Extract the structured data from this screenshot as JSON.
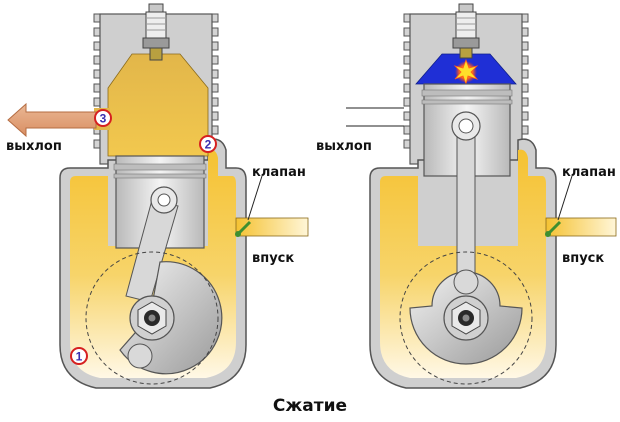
{
  "caption": "Сжатие",
  "left_engine": {
    "exhaust_label": "выхлоп",
    "valve_label": "клапан",
    "intake_label": "впуск",
    "markers": [
      "1",
      "2",
      "3"
    ]
  },
  "right_engine": {
    "exhaust_label": "выхлоп",
    "valve_label": "клапан",
    "intake_label": "впуск"
  },
  "colors": {
    "mixture": "#f5c232",
    "compressed_charge": "#1f2fd6",
    "cylinder_metal": "#cfcfcf",
    "exhaust_arrow": "#e0a67f",
    "marker_ring": "#d62020",
    "marker_number": "#3a2fb0",
    "valve": "#3f8f2f"
  }
}
